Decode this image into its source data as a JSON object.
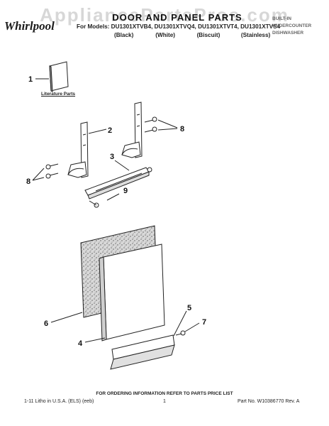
{
  "watermark": "AppliancePartsPros.com",
  "brand": "Whirlpool",
  "title": "DOOR AND PANEL PARTS",
  "models_line": "For Models: DU1301XTVB4, DU1301XTVQ4, DU1301XTVT4, DU1301XTVS4",
  "variants": [
    "(Black)",
    "(White)",
    "(Biscuit)",
    "(Stainless)"
  ],
  "category": [
    "BUILT-IN UNDERCOUNTER",
    "DISHWASHER"
  ],
  "literature_label": "Literature Parts",
  "callouts": {
    "c1": "1",
    "c2": "2",
    "c3": "3",
    "c4": "4",
    "c5": "5",
    "c6": "6",
    "c7": "7",
    "c8a": "8",
    "c8b": "8",
    "c9": "9"
  },
  "footer": {
    "order_note": "FOR ORDERING INFORMATION REFER TO PARTS PRICE LIST",
    "litho": "1-11 Litho in U.S.A. (ELS) (eeb)",
    "page": "1",
    "part_no": "Part No. W10386770 Rev. A"
  },
  "colors": {
    "line": "#222222",
    "panel_fill": "#bdbdbd",
    "watermark": "#969696"
  }
}
